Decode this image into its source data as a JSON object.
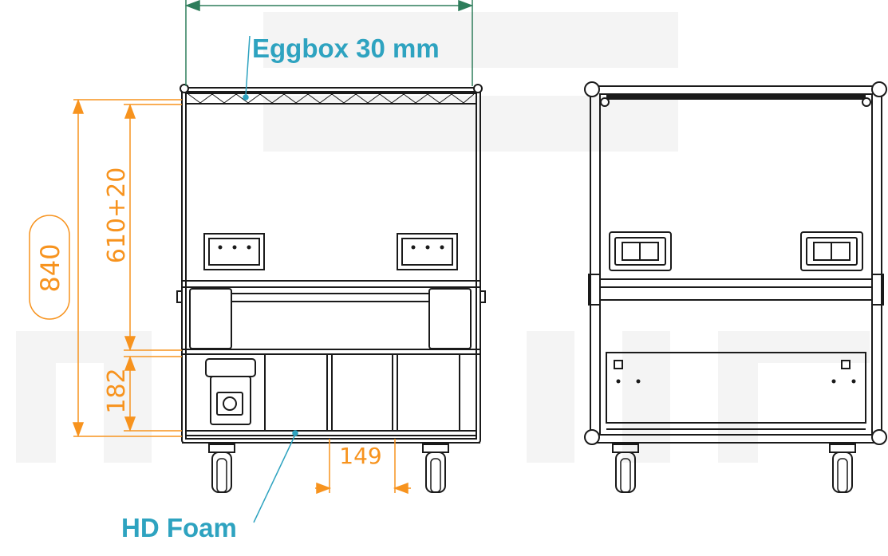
{
  "labels": {
    "top_callout": "Eggbox 30 mm",
    "bottom_callout": "HD Foam"
  },
  "dimensions": {
    "total_height": "840",
    "upper_height": "610+20",
    "lower_height": "182",
    "compartment_width": "149"
  },
  "colors": {
    "dimension": "#f7931e",
    "callout": "#2ea3c0",
    "drawing": "#1a1a1a",
    "top_dimension": "#2e7d5b",
    "watermark": "#f3f3f3"
  }
}
